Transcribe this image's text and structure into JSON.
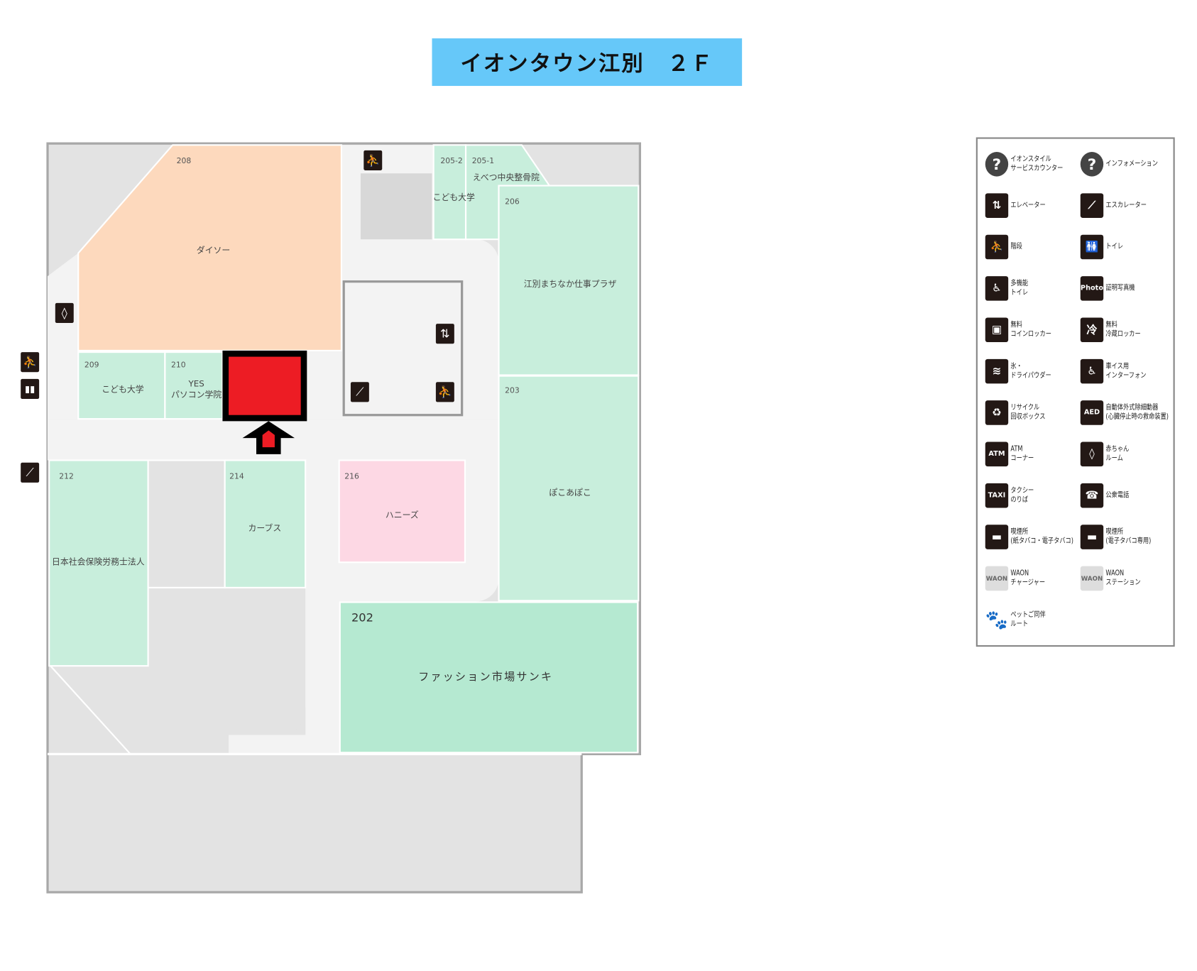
{
  "title": "イオンタウン江別　２Ｆ",
  "map": {
    "units": {
      "u208": {
        "num": "208",
        "name": "ダイソー"
      },
      "u205_2": {
        "num": "205-2",
        "name": "こども大学"
      },
      "u205_1": {
        "num": "205-1",
        "name": "えべつ中央整骨院"
      },
      "u206": {
        "num": "206",
        "name": "江別まちなか仕事プラザ"
      },
      "u203": {
        "num": "203",
        "name": "ぽこあぽこ"
      },
      "u209": {
        "num": "209",
        "name": "こども大学"
      },
      "u210": {
        "num": "210",
        "name_line1": "YES",
        "name_line2": "パソコン学院"
      },
      "u212": {
        "num": "212",
        "name": "日本社会保険労務士法人"
      },
      "u214": {
        "num": "214",
        "name": "カーブス"
      },
      "u216": {
        "num": "216",
        "name": "ハニーズ"
      },
      "u202": {
        "num": "202",
        "name": "ファッション市場サンキ"
      }
    },
    "colors": {
      "tenant_green": "#c8eedc",
      "tenant_202": "#b5e9d1",
      "daiso": "#fdd9bd",
      "honeys": "#fdd8e4",
      "highlight": "#ed1c24",
      "title_bg": "#66c8f9"
    },
    "icons": {
      "stairs": "stairs-icon",
      "elevator": "elevator-icon",
      "escalator": "escalator-icon",
      "toilet": "toilet-icon",
      "baby_room": "baby-bottle-icon"
    }
  },
  "legend": {
    "items": [
      {
        "icon": "question-icon",
        "line1": "イオンスタイル",
        "line2": "サービスカウンター"
      },
      {
        "icon": "question-icon",
        "line1": "インフォメーション",
        "line2": ""
      },
      {
        "icon": "elevator-icon",
        "line1": "エレベーター",
        "line2": ""
      },
      {
        "icon": "escalator-icon",
        "line1": "エスカレーター",
        "line2": ""
      },
      {
        "icon": "stairs-icon",
        "line1": "階段",
        "line2": ""
      },
      {
        "icon": "toilet-icon",
        "line1": "トイレ",
        "line2": ""
      },
      {
        "icon": "multipurpose-toilet-icon",
        "line1": "多機能",
        "line2": "トイレ"
      },
      {
        "icon": "photo-booth-icon",
        "line1": "証明写真機",
        "line2": ""
      },
      {
        "icon": "coin-locker-icon",
        "line1": "無料",
        "line2": "コインロッカー"
      },
      {
        "icon": "cold-locker-icon",
        "line1": "無料",
        "line2": "冷蔵ロッカー"
      },
      {
        "icon": "ice-icon",
        "line1": "氷・",
        "line2": "ドライパウダー"
      },
      {
        "icon": "wheelchair-intercom-icon",
        "line1": "車イス用",
        "line2": "インターフォン"
      },
      {
        "icon": "recycle-icon",
        "line1": "リサイクル",
        "line2": "回収ボックス"
      },
      {
        "icon": "aed-icon",
        "line1": "自動体外式除細動器",
        "line2": "(心臓停止時の救命装置)"
      },
      {
        "icon": "atm-icon",
        "line1": "ATM",
        "line2": "コーナー"
      },
      {
        "icon": "baby-bottle-icon",
        "line1": "赤ちゃん",
        "line2": "ルーム"
      },
      {
        "icon": "taxi-icon",
        "line1": "タクシー",
        "line2": "のりば"
      },
      {
        "icon": "phone-icon",
        "line1": "公衆電話",
        "line2": ""
      },
      {
        "icon": "smoking-icon",
        "line1": "喫煙所",
        "line2": "(紙タバコ・電子タバコ)"
      },
      {
        "icon": "e-cigarette-icon",
        "line1": "喫煙所",
        "line2": "(電子タバコ専用)"
      },
      {
        "icon": "waon-charger-icon",
        "line1": "WAON",
        "line2": "チャージャー"
      },
      {
        "icon": "waon-station-icon",
        "line1": "WAON",
        "line2": "ステーション"
      },
      {
        "icon": "paw-icon",
        "line1": "ペットご同伴",
        "line2": "ルート"
      }
    ],
    "glyphs": {
      "question-icon": "?",
      "elevator-icon": "⇅",
      "escalator-icon": "⟋",
      "stairs-icon": "⛹",
      "toilet-icon": "🚻",
      "multipurpose-toilet-icon": "♿",
      "photo-booth-icon": "Photo",
      "coin-locker-icon": "▣",
      "cold-locker-icon": "冷",
      "ice-icon": "≋",
      "wheelchair-intercom-icon": "♿",
      "recycle-icon": "♻",
      "aed-icon": "AED",
      "atm-icon": "ATM",
      "baby-bottle-icon": "◊",
      "taxi-icon": "TAXI",
      "phone-icon": "☎",
      "smoking-icon": "▬",
      "e-cigarette-icon": "▬",
      "waon-charger-icon": "WAON",
      "waon-station-icon": "WAON",
      "paw-icon": "🐾"
    }
  }
}
